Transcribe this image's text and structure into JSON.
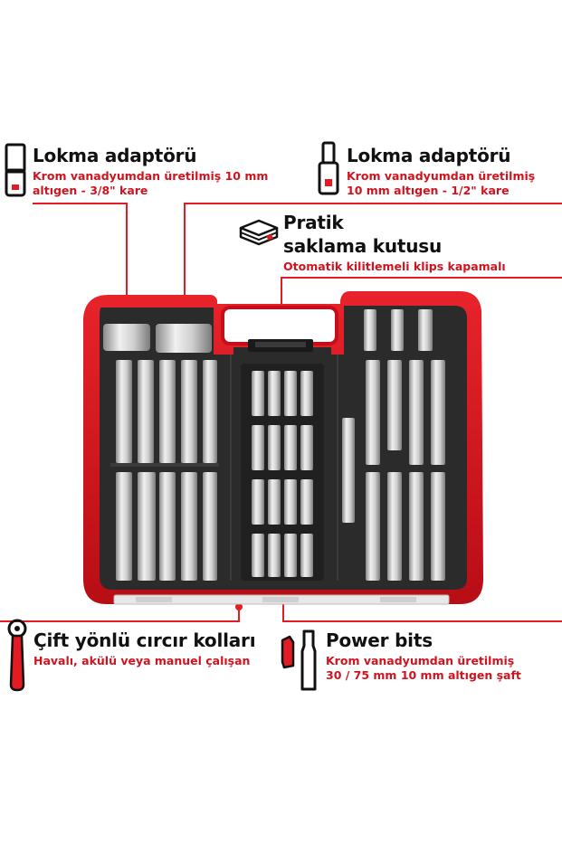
{
  "colors": {
    "accent": "#e31b23",
    "accent_text": "#d0141f",
    "title_text": "#111111",
    "case_body": "#2a2a2a",
    "case_shell": "#d8121c"
  },
  "callouts": {
    "adapter_left": {
      "icon": "socket-adapter-icon",
      "title": "Lokma adaptörü",
      "line1": "Krom vanadyumdan üretilmiş 10 mm",
      "line2": "altıgen - 3/8\" kare"
    },
    "adapter_right": {
      "icon": "socket-adapter-icon",
      "title": "Lokma adaptörü",
      "line1": "Krom vanadyumdan üretilmiş",
      "line2": "10 mm altıgen - 1/2\" kare"
    },
    "storage": {
      "icon": "storage-case-icon",
      "title1": "Pratik",
      "title2": "saklama kutusu",
      "line1": "Otomatik kilitlemeli klips kapamalı"
    },
    "ratchet": {
      "icon": "ratchet-handle-icon",
      "title": "Çift yönlü cırcır kolları",
      "line1": "Havalı, akülü veya manuel çalışan"
    },
    "power_bits": {
      "icon": "power-bit-icon",
      "title": "Power bits",
      "line1": "Krom vanadyumdan üretilmiş",
      "line2": "30 / 75 mm 10 mm altıgen şaft"
    }
  }
}
